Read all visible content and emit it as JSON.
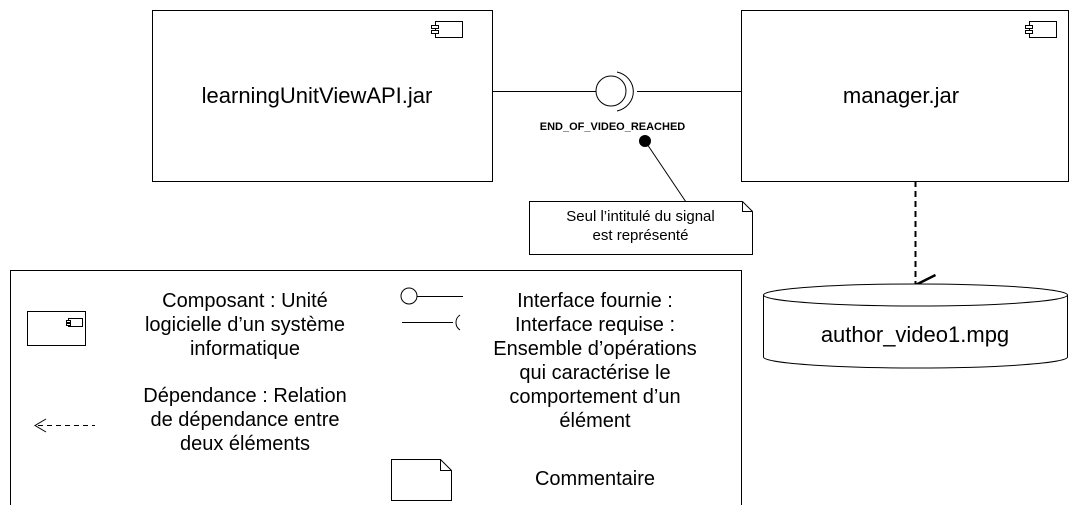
{
  "components": {
    "left": {
      "name": "learningUnitViewAPI.jar",
      "icon": "component-icon"
    },
    "right": {
      "name": "manager.jar",
      "icon": "component-icon"
    }
  },
  "interface": {
    "signal": "END_OF_VIDEO_REACHED"
  },
  "note": {
    "line1": "Seul l’intitulé du signal",
    "line2": "est représenté"
  },
  "artifact": {
    "name": "author_video1.mpg"
  },
  "legend": {
    "component": [
      "Composant : Unité",
      "logicielle d’un système",
      "informatique"
    ],
    "dependency": [
      "Dépendance : Relation",
      "de dépendance entre",
      "deux éléments"
    ],
    "provided": "Interface fournie :",
    "required": "Interface requise :",
    "interface_desc": [
      "Ensemble d’opérations",
      "qui caractérise le",
      "comportement d’un",
      "élément"
    ],
    "comment": "Commentaire"
  }
}
